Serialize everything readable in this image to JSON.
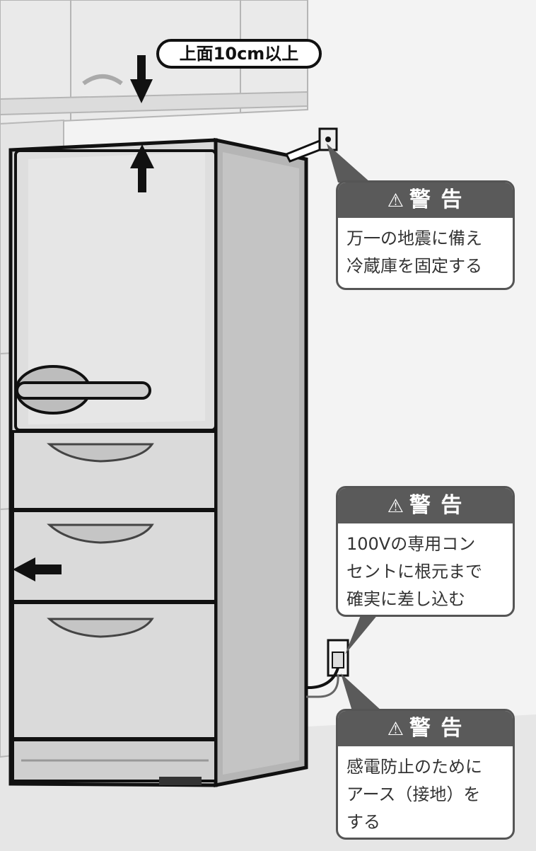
{
  "clearance_label": "上面10cm以上",
  "warning_icon": "⚠",
  "warnings": [
    {
      "title": "警 告",
      "lines": [
        "万一の地震に備え",
        "冷蔵庫を固定する"
      ]
    },
    {
      "title": "警 告",
      "lines": [
        "100Vの専用コン",
        "セントに根元まで",
        "確実に差し込む"
      ]
    },
    {
      "title": "警 告",
      "lines": [
        "感電防止のために",
        "アース（接地）を",
        "する"
      ]
    }
  ],
  "colors": {
    "callout_header": "#5a5a5a",
    "fridge_body": "#d8d8d8",
    "outline": "#111111",
    "background": "#f2f2f2"
  }
}
